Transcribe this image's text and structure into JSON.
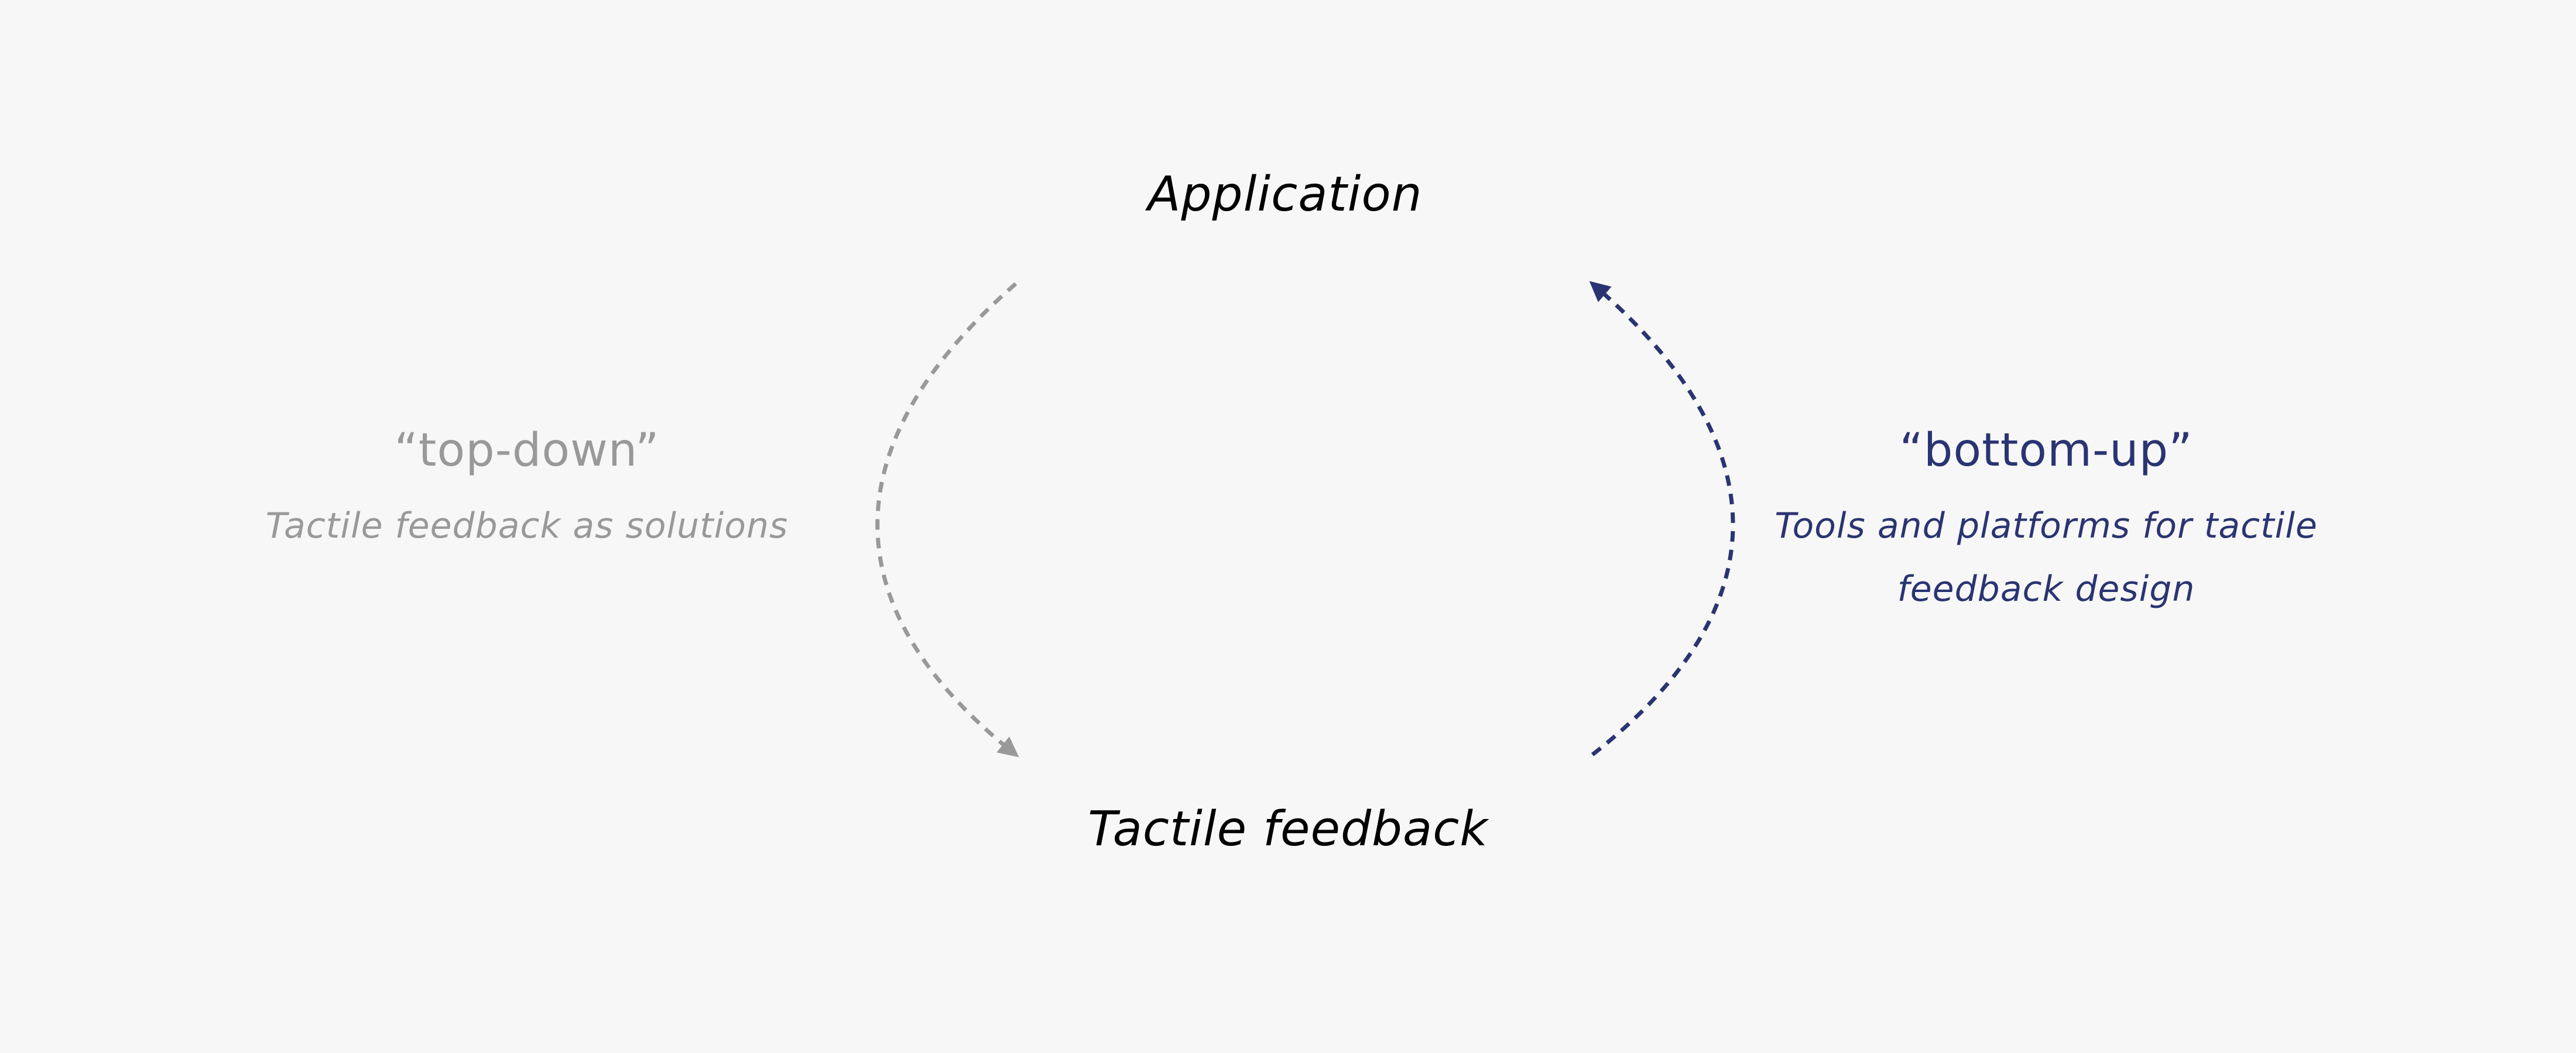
{
  "nodes": {
    "top": "Application",
    "bottom": "Tactile feedback"
  },
  "left": {
    "title": "“top-down”",
    "description": "Tactile feedback as solutions",
    "color": "#999999"
  },
  "right": {
    "title": "“bottom-up”",
    "description_lines": [
      "Tools and platforms for tactile",
      "feedback design"
    ],
    "color": "#2b3472"
  },
  "arrows": {
    "left_direction": "down",
    "right_direction": "up",
    "style": "dashed"
  }
}
